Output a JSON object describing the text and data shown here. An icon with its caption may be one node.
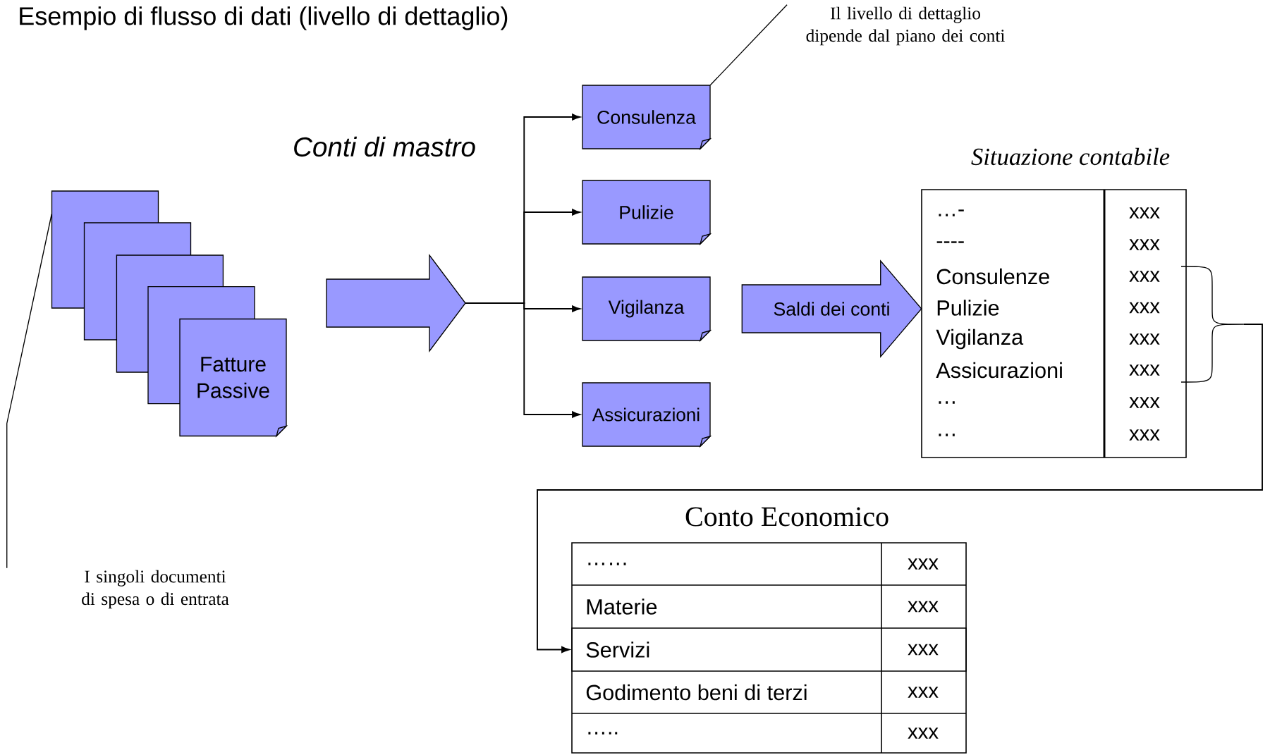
{
  "diagram": {
    "title": "Esempio di flusso di dati (livello di dettaglio)",
    "nodes": [
      {
        "text": [],
        "shape": "box"
      },
      {
        "text": [],
        "shape": "box"
      },
      {
        "text": [],
        "shape": "box"
      },
      {
        "text": [],
        "shape": "box"
      },
      {
        "text": [
          "Fatture Passive"
        ]
      },
      {
        "text": [],
        "shape": "arrow"
      },
      {
        "text": [
          "Consulenza"
        ]
      },
      {
        "text": [
          "Pulizie"
        ]
      },
      {
        "text": [
          "Vigilanza"
        ]
      },
      {
        "text": [
          "Assicurazioni"
        ]
      },
      {
        "text": [
          "Situazione contabile"
        ]
      },
      {
        "text": [],
        "shape": "brace"
      },
      {
        "text": [
          "Conto Economico"
        ]
      },
      {
        "text": [
          "Servizi"
        ],
        "in": 12
      },
      {
        "text": [
          "I singoli documenti di spesa o di entrata"
        ]
      },
      {
        "text": [
          "Il livello di dettaglio dipende dal piano dei conti"
        ]
      }
    ],
    "edges": [
      {
        "from": 14,
        "to": 0,
        "arrow": "none"
      },
      {
        "from": 15,
        "to": 6,
        "arrow": "none"
      },
      {
        "from": 5,
        "to": 6,
        "arrow": "to"
      },
      {
        "from": 5,
        "to": 7,
        "arrow": "to"
      },
      {
        "from": 5,
        "to": 8,
        "arrow": "to"
      },
      {
        "from": 5,
        "to": 9,
        "arrow": "to"
      },
      {
        "from": 11,
        "to": 13,
        "arrow": "to"
      },
      {
        "from": 8,
        "to": 10,
        "arrow": "to",
        "label": "Saldi dei conti",
        "style": "thick"
      }
    ],
    "labels": [
      "Conti di mastro",
      "…-",
      "xxx",
      "----",
      "xxx",
      "Consulenze",
      "xxx",
      "Pulizie",
      "xxx",
      "Vigilanza",
      "xxx",
      "Assicurazioni",
      "xxx",
      "…",
      "xxx",
      "…",
      "xxx",
      "……",
      "xxx",
      "Materie",
      "xxx",
      "xxx",
      "Godimento beni di terzi",
      "xxx",
      "…..",
      "xxx"
    ]
  }
}
